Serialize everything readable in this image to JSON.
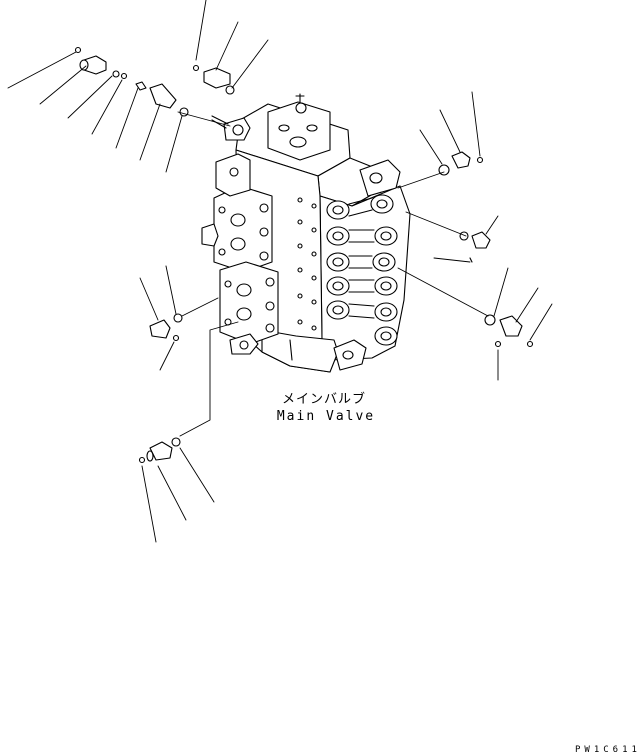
{
  "diagram": {
    "label_jp": "メインバルブ",
    "label_en": "Main Valve",
    "drawing_code": "PW1C611"
  }
}
